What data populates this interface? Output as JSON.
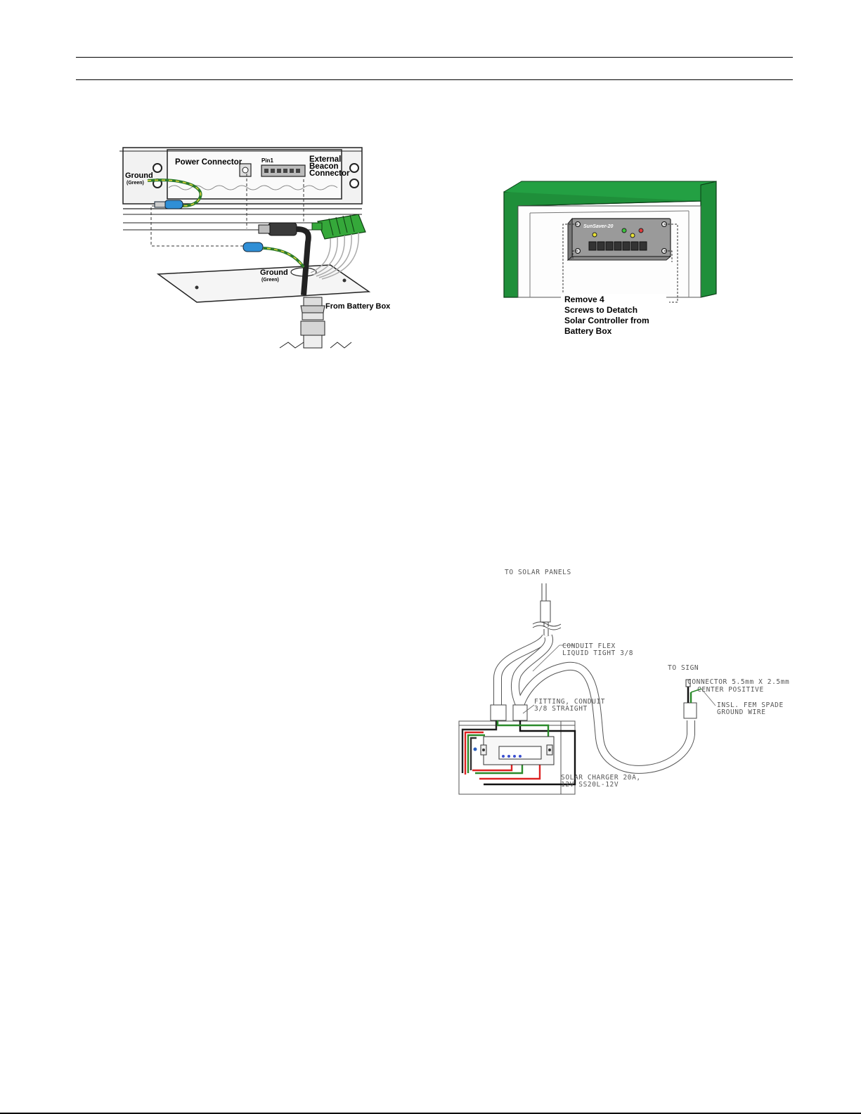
{
  "figure1": {
    "labels": {
      "ground_top": "Ground",
      "ground_top_sub": "(Green)",
      "power_connector": "Power Connector",
      "pin1": "Pin1",
      "external": "External",
      "beacon": "Beacon",
      "connector": "Connector",
      "ground_bottom": "Ground",
      "ground_bottom_sub": "(Green)",
      "from_battery_box": "From Battery Box"
    }
  },
  "figure2": {
    "callout_lines": [
      "Remove 4",
      "Screws to Detatch",
      "Solar Controller from",
      "Battery Box"
    ],
    "controller_brand": "SunSaver-20",
    "colors": {
      "frame": "#1f8f3a"
    }
  },
  "figure3": {
    "labels": {
      "to_solar_panels": "TO SOLAR PANELS",
      "conduit_flex_1": "CONDUIT FLEX",
      "conduit_flex_2": "LIQUID TIGHT 3/8",
      "to_sign": "TO SIGN",
      "connector_1": "CONNECTOR 5.5mm X 2.5mm",
      "connector_2": "CENTER POSITIVE",
      "spade_1": "INSL. FEM SPADE",
      "spade_2": "GROUND WIRE",
      "fitting_1": "FITTING, CONDUIT",
      "fitting_2": "3/8 STRAIGHT",
      "charger_1": "SOLAR CHARGER 20A,",
      "charger_2": "12V SS20L-12V"
    }
  }
}
